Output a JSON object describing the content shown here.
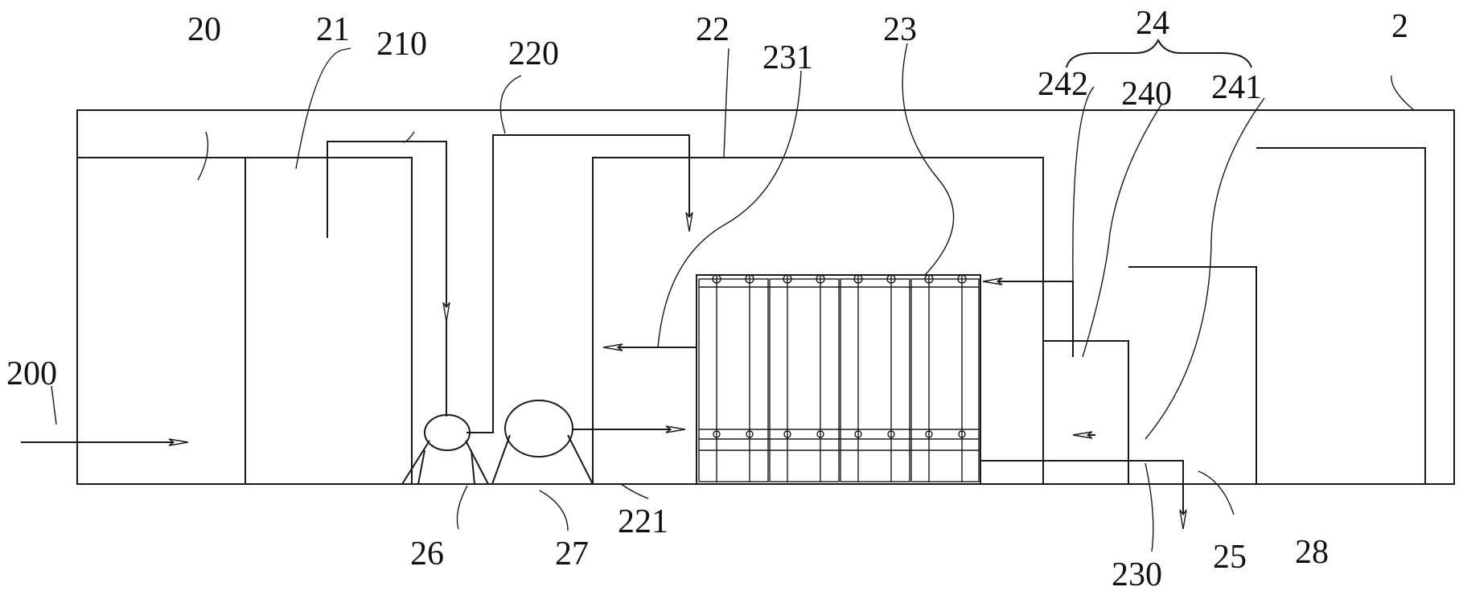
{
  "figure": {
    "labels": {
      "l2": "2",
      "l20": "20",
      "l21": "21",
      "l22": "22",
      "l23": "23",
      "l24": "24",
      "l25": "25",
      "l26": "26",
      "l27": "27",
      "l28": "28",
      "l200": "200",
      "l210": "210",
      "l220": "220",
      "l221": "221",
      "l230": "230",
      "l231": "231",
      "l240": "240",
      "l241": "241",
      "l242": "242"
    },
    "colors": {
      "line": "#1a1a1a",
      "background": "#ffffff"
    }
  }
}
